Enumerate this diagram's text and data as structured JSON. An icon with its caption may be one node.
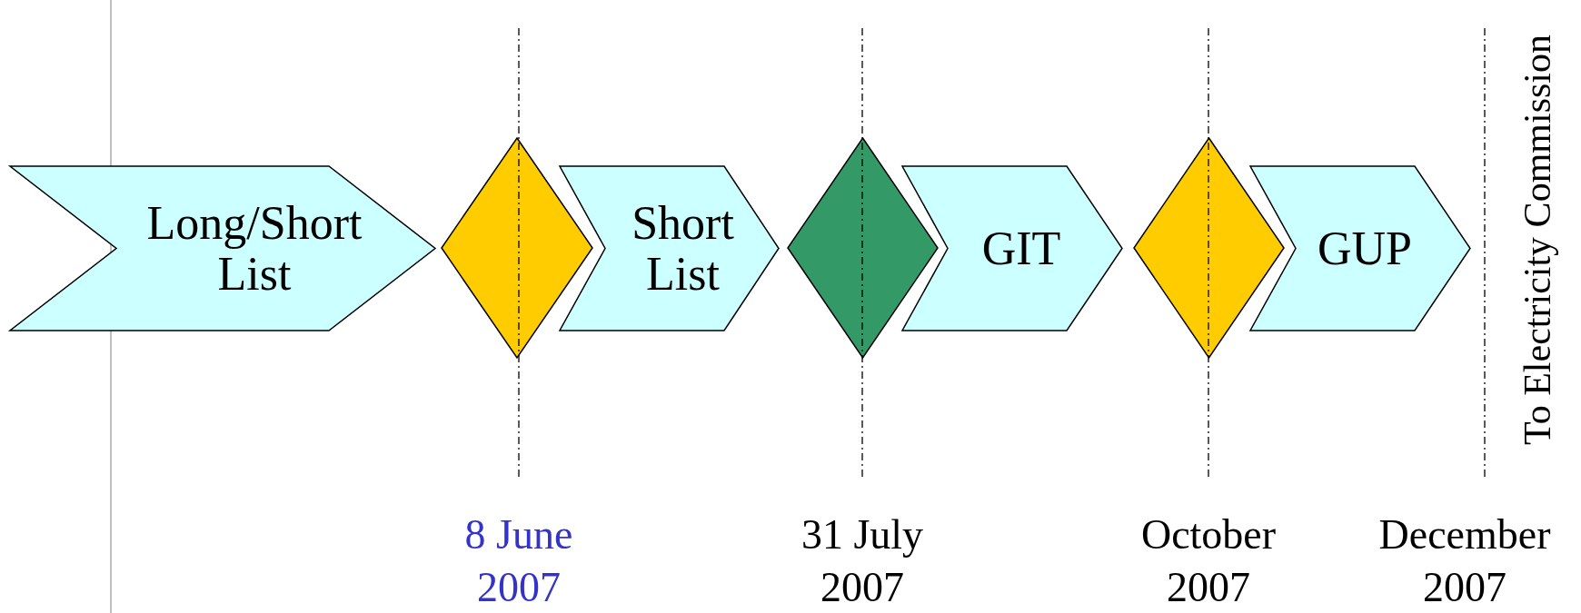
{
  "diagram": {
    "nodes": [
      {
        "text": [
          "Long/Short List"
        ]
      },
      {
        "text": [],
        "shape": "diamond"
      },
      {
        "text": [
          "Short List"
        ]
      },
      {
        "text": [],
        "shape": "diamond"
      },
      {
        "text": [
          "GIT"
        ]
      },
      {
        "text": [],
        "shape": "diamond"
      },
      {
        "text": [
          "GUP"
        ]
      }
    ],
    "labels": [
      "8 June 2007",
      "31 July 2007",
      "October 2007",
      "December 2007",
      "To Electricity Commission"
    ]
  }
}
